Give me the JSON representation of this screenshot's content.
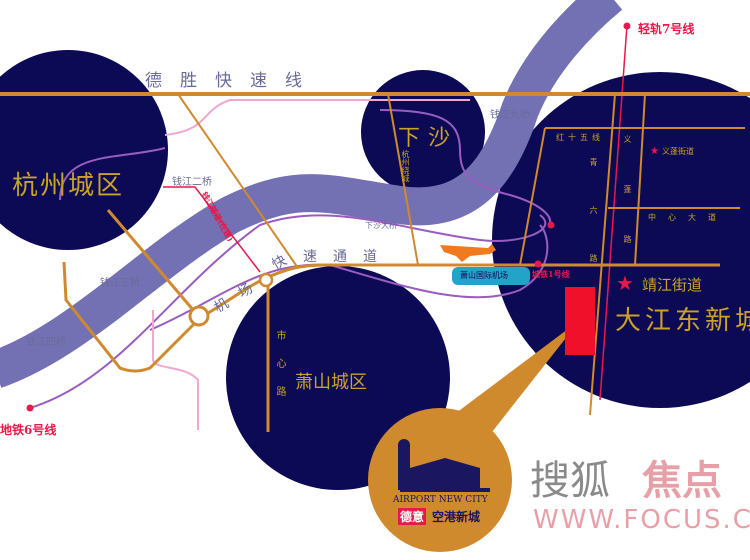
{
  "districts": {
    "hangzhou": "杭州城区",
    "xiasha": "下沙",
    "xiaoshan": "萧山城区",
    "dajiangdong": "大江东新城"
  },
  "roads": {
    "desheng": "德胜快速线",
    "airport_expressway": [
      "机",
      "场",
      "快",
      "速",
      "通",
      "道"
    ],
    "shixin": "市心路",
    "raocheng": "杭州绕城",
    "hong15": "红十五线",
    "qingliu": "青六路",
    "yipeng": "义蓬路",
    "zhongxin": "中心大道"
  },
  "bridges": {
    "b2": "钱江二桥",
    "b3": "钱江三桥",
    "b4": "钱江四桥",
    "b9": "钱江九桥",
    "xiasha_bridge": "下沙大桥"
  },
  "metro": {
    "line7": "轻轨7号线",
    "line6": "地铁6号线",
    "line1": "城铁1号线",
    "tunnel": "钱江隧道(在建)"
  },
  "places": {
    "airport": "萧山国际机场",
    "yipeng_street": "义蓬街道",
    "jingjiang_street": "靖江街道"
  },
  "logo": {
    "en": "AIRPORT NEW CITY",
    "brand": "德意",
    "cn": "空港新城"
  },
  "watermark": {
    "sohu": "搜狐",
    "focus": "焦点",
    "url": "WWW.FOCUS.CN"
  },
  "colors": {
    "circle": "#0c0a55",
    "river": "#7371b3",
    "road": "#d08a2e",
    "metro": "#e8194a",
    "purple_line": "#9a5cc0"
  }
}
